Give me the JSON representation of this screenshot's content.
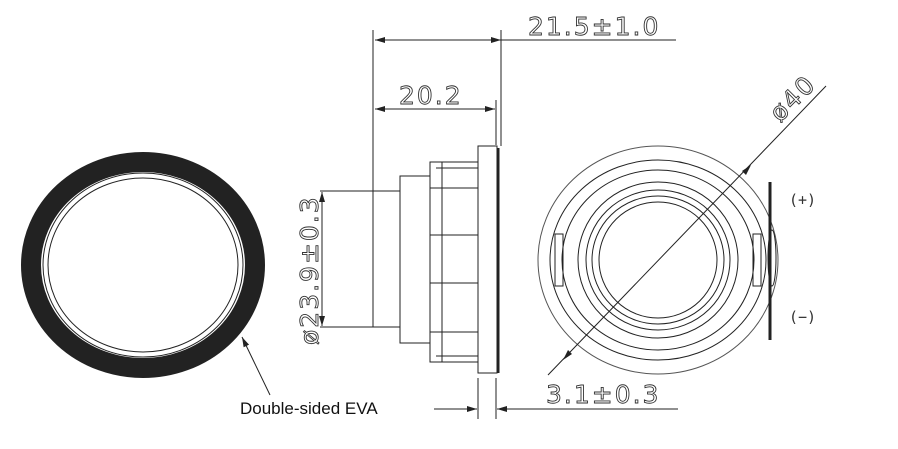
{
  "dimensions": {
    "overall_depth": "21.5±1.0",
    "body_depth": "20.2",
    "hub_diameter": "ø23.9±0.3",
    "outer_diameter": "ø40",
    "flange_thickness": "3.1±0.3"
  },
  "labels": {
    "gasket": "Double-sided EVA",
    "positive_terminal": "(+)",
    "negative_terminal": "(−)"
  },
  "colors": {
    "line": "#222222",
    "ring": "#222222"
  }
}
